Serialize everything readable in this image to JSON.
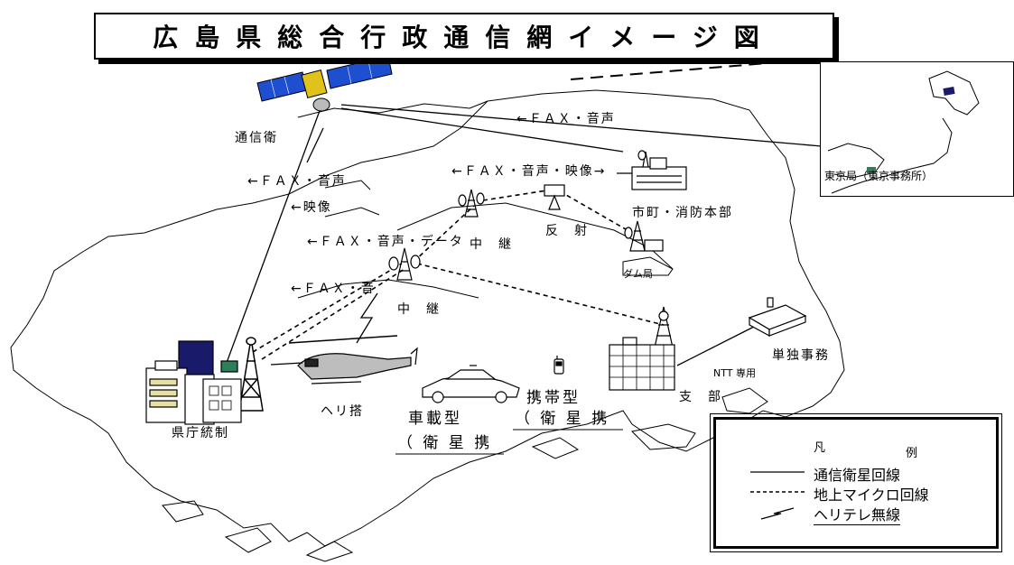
{
  "title": "広島県総合行政通信網イメージ図",
  "labels": {
    "satellite": "通信衛",
    "fax_voice_top": "←ＦＡＸ・音声",
    "fax_voice_left": "←ＦＡＸ・音声",
    "fax_voice_video": "←ＦＡＸ・音声・映像→",
    "video": "←映像",
    "fax_voice_data": "←ＦＡＸ・音声・データ",
    "relay_1": "中　継",
    "reflect": "反　射",
    "fire_hq": "市町・消防本部",
    "dam": "ダム局",
    "fax_voice_lower": "←ＦＡＸ・音",
    "relay_2": "中　継",
    "standalone": "単独事務",
    "ntt": "NTT 専用",
    "branch": "支　部",
    "heli": "ヘリ搭",
    "car_type": "車載型",
    "car_sub": "（ 衛 星 携",
    "portable_type": "携帯型",
    "portable_sub": "（ 衛 星 携",
    "pref_control": "県庁統制",
    "tokyo": "東京局（東京事務所）"
  },
  "legend": {
    "title_left": "凡",
    "title_right": "例",
    "items": [
      {
        "label": "通信衛星回線",
        "style": "solid"
      },
      {
        "label": "地上マイクロ回線",
        "style": "dashed"
      },
      {
        "label": "ヘリテレ無線",
        "style": "zigzag"
      }
    ]
  },
  "colors": {
    "satellite_panel": "#1f4fd1",
    "satellite_body": "#e0c21a",
    "building_dark": "#1a1a6a",
    "line": "#000000"
  }
}
